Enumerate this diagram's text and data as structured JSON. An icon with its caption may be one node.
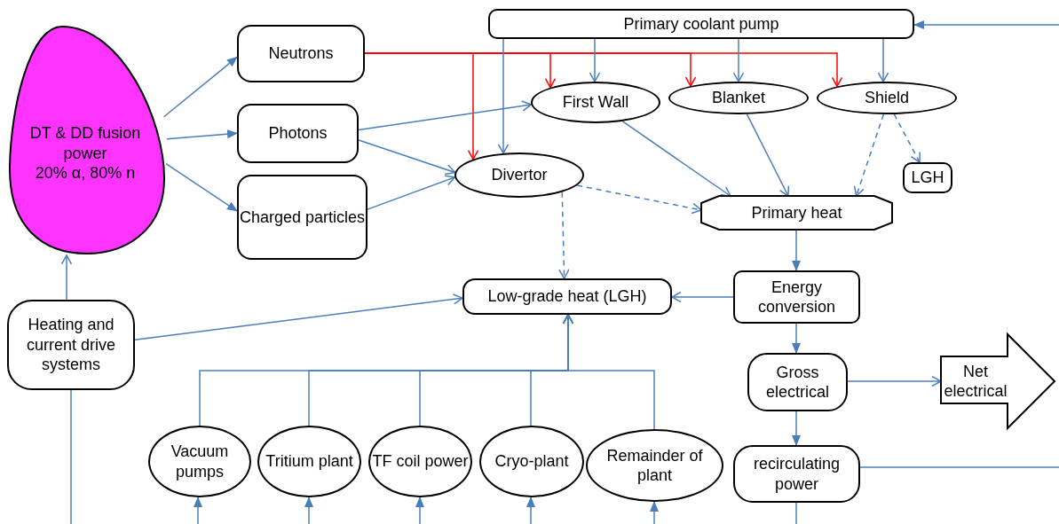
{
  "diagram": {
    "nodes": [
      {
        "text": [
          "DT & DD fusion power",
          "20% α, 80% n"
        ]
      },
      {
        "text": [
          "Neutrons"
        ]
      },
      {
        "text": [
          "Photons"
        ]
      },
      {
        "text": [
          "Charged particles"
        ]
      },
      {
        "text": [
          "Primary coolant pump"
        ]
      },
      {
        "text": [
          "First Wall"
        ]
      },
      {
        "text": [
          "Blanket"
        ]
      },
      {
        "text": [
          "Shield"
        ]
      },
      {
        "text": [
          "Divertor"
        ]
      },
      {
        "text": [
          "LGH"
        ]
      },
      {
        "text": [
          "Primary heat"
        ]
      },
      {
        "text": [
          "Heating and current drive systems"
        ]
      },
      {
        "text": [
          "Low-grade heat (LGH)"
        ]
      },
      {
        "text": [
          "Energy conversion"
        ]
      },
      {
        "text": [
          "Gross electrical"
        ]
      },
      {
        "text": [
          "Net electrical"
        ]
      },
      {
        "text": [
          "Vacuum pumps"
        ]
      },
      {
        "text": [
          "Tritium plant"
        ]
      },
      {
        "text": [
          "TF coil power"
        ]
      },
      {
        "text": [
          "Cryo-plant"
        ]
      },
      {
        "text": [
          "Remainder of plant"
        ]
      },
      {
        "text": [
          "recirculating power"
        ]
      }
    ],
    "edges": [
      {
        "from": 0,
        "to": 1,
        "arrow": "to"
      },
      {
        "from": 0,
        "to": 2,
        "arrow": "to"
      },
      {
        "from": 0,
        "to": 3,
        "arrow": "to"
      },
      {
        "from": 1,
        "to": 8,
        "arrow": "to",
        "color": "#ff0000"
      },
      {
        "from": 1,
        "to": 5,
        "arrow": "to",
        "color": "#ff0000"
      },
      {
        "from": 1,
        "to": 6,
        "arrow": "to",
        "color": "#ff0000"
      },
      {
        "from": 1,
        "to": 7,
        "arrow": "to",
        "color": "#ff0000"
      },
      {
        "from": 2,
        "to": 5,
        "arrow": "to"
      },
      {
        "from": 2,
        "to": 8,
        "arrow": "to"
      },
      {
        "from": 3,
        "to": 8,
        "arrow": "to"
      },
      {
        "from": 4,
        "to": 8,
        "arrow": "to"
      },
      {
        "from": 4,
        "to": 5,
        "arrow": "to"
      },
      {
        "from": 4,
        "to": 6,
        "arrow": "to"
      },
      {
        "from": 4,
        "to": 7,
        "arrow": "to"
      },
      {
        "from": 5,
        "to": 10,
        "arrow": "to"
      },
      {
        "from": 6,
        "to": 10,
        "arrow": "to"
      },
      {
        "from": 7,
        "to": 10,
        "arrow": "to",
        "style": "dashed"
      },
      {
        "from": 7,
        "to": 9,
        "arrow": "to",
        "style": "dashed"
      },
      {
        "from": 8,
        "to": 10,
        "arrow": "to",
        "style": "dashed"
      },
      {
        "from": 8,
        "to": 12,
        "arrow": "to",
        "style": "dashed"
      },
      {
        "from": 10,
        "to": 13,
        "arrow": "to"
      },
      {
        "from": 13,
        "to": 12,
        "arrow": "to"
      },
      {
        "from": 13,
        "to": 14,
        "arrow": "to"
      },
      {
        "from": 14,
        "to": 15,
        "arrow": "to"
      },
      {
        "from": 14,
        "to": 21,
        "arrow": "to"
      },
      {
        "from": 11,
        "to": 0,
        "arrow": "to"
      },
      {
        "from": 11,
        "to": 12,
        "arrow": "to"
      },
      {
        "from": 16,
        "to": 12,
        "arrow": "to"
      },
      {
        "from": 17,
        "to": 12,
        "arrow": "to"
      },
      {
        "from": 18,
        "to": 12,
        "arrow": "to"
      },
      {
        "from": 19,
        "to": 12,
        "arrow": "to"
      },
      {
        "from": 20,
        "to": 12,
        "arrow": "to"
      },
      {
        "from": 21,
        "to": null,
        "arrow": "none"
      },
      {
        "from": null,
        "to": 4,
        "arrow": "to"
      },
      {
        "from": 21,
        "to": null,
        "arrow": "none"
      },
      {
        "from": null,
        "to": 16,
        "arrow": "to"
      },
      {
        "from": null,
        "to": 17,
        "arrow": "to"
      },
      {
        "from": null,
        "to": 18,
        "arrow": "to"
      },
      {
        "from": null,
        "to": 19,
        "arrow": "to"
      },
      {
        "from": null,
        "to": 20,
        "arrow": "to"
      },
      {
        "from": null,
        "to": 11,
        "arrow": "none"
      }
    ]
  }
}
